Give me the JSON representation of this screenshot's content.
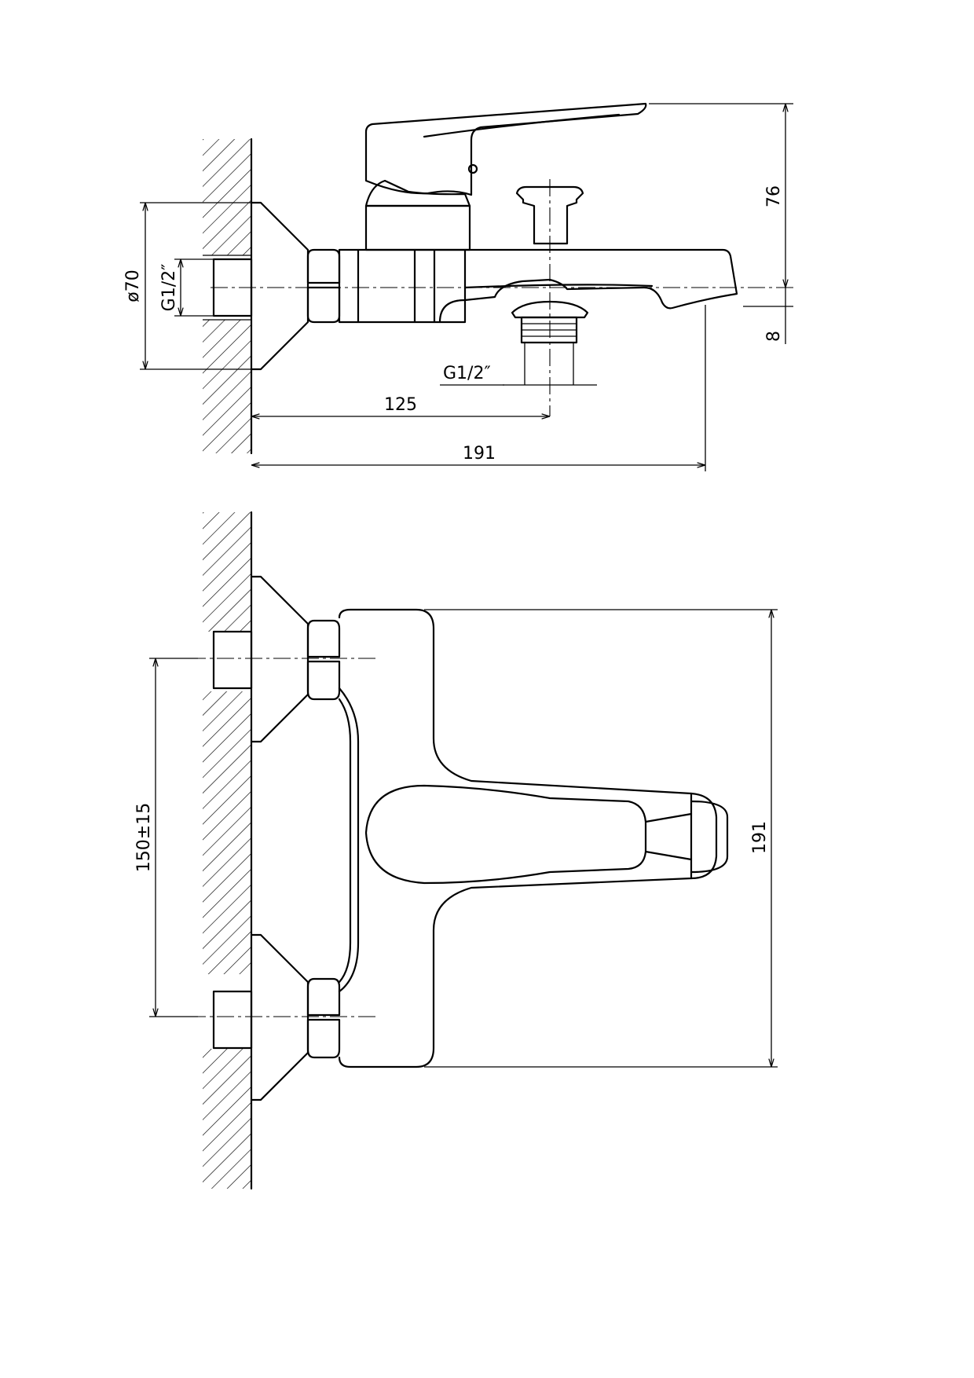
{
  "side_view": {
    "dim_height_top": "76",
    "dim_height_bottom": "8",
    "dim_diameter": "ø70",
    "dim_inlet_thread": "G1/2″",
    "dim_outlet_thread": "G1/2″",
    "dim_outlet_distance": "125",
    "dim_total_length": "191"
  },
  "top_view": {
    "dim_center_distance": "150±15",
    "dim_body_width": "191"
  },
  "colors": {
    "line": "#000000",
    "background": "#ffffff"
  }
}
